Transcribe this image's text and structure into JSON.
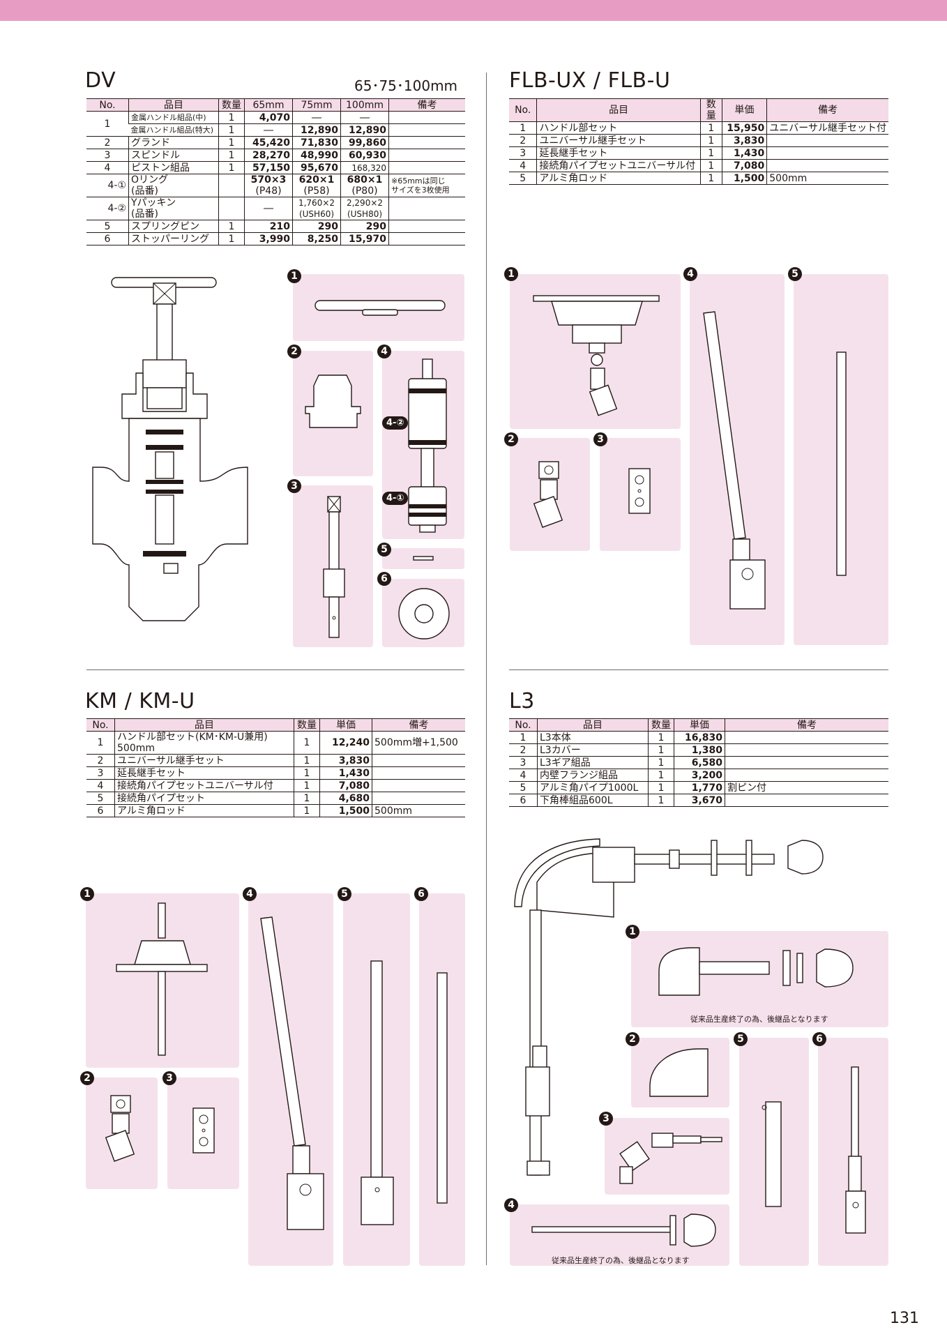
{
  "page": {
    "number": "131",
    "band_color": "#e79dc3",
    "panel_color": "#f5e1ec"
  },
  "dv": {
    "title": "DV",
    "sizes": "65･75･100mm",
    "headers": [
      "No.",
      "品目",
      "数量",
      "65mm",
      "75mm",
      "100mm",
      "備考"
    ],
    "rows": [
      {
        "no": "1",
        "item": "金属ハンドル組品(中)",
        "qty": "1",
        "v65": "4,070",
        "v75": "―",
        "v100": "―",
        "note": ""
      },
      {
        "no": "",
        "item": "金属ハンドル組品(特大)",
        "qty": "1",
        "v65": "―",
        "v75": "12,890",
        "v100": "12,890",
        "note": ""
      },
      {
        "no": "2",
        "item": "グランド",
        "qty": "1",
        "v65": "45,420",
        "v75": "71,830",
        "v100": "99,860",
        "note": ""
      },
      {
        "no": "3",
        "item": "スピンドル",
        "qty": "1",
        "v65": "28,270",
        "v75": "48,990",
        "v100": "60,930",
        "note": ""
      },
      {
        "no": "4",
        "item": "ピストン組品",
        "qty": "1",
        "v65": "57,150",
        "v75": "95,670",
        "v100": "168,320",
        "note": ""
      },
      {
        "no": "4-①",
        "item": "Oリング",
        "item2": "(品番)",
        "qty": "",
        "v65": "570×3",
        "v65b": "(P48)",
        "v75": "620×1",
        "v75b": "(P58)",
        "v100": "680×1",
        "v100b": "(P80)",
        "note": "※65mmは同じ",
        "note2": "サイズを3枚使用"
      },
      {
        "no": "4-②",
        "item": "Yパッキン",
        "item2": "(品番)",
        "qty": "",
        "v65": "―",
        "v65b": "",
        "v75": "1,760×2",
        "v75b": "(USH60)",
        "v100": "2,290×2",
        "v100b": "(USH80)",
        "note": "",
        "note2": ""
      },
      {
        "no": "5",
        "item": "スプリングピン",
        "qty": "1",
        "v65": "210",
        "v75": "290",
        "v100": "290",
        "note": ""
      },
      {
        "no": "6",
        "item": "ストッパーリング",
        "qty": "1",
        "v65": "3,990",
        "v75": "8,250",
        "v100": "15,970",
        "note": ""
      }
    ],
    "labels": {
      "p1": "1",
      "p2": "2",
      "p3": "3",
      "p4": "4",
      "p5": "5",
      "p6": "6",
      "t42": "4-②",
      "t41": "4-①"
    }
  },
  "flb": {
    "title": "FLB-UX / FLB-U",
    "headers": [
      "No.",
      "品目",
      "数量",
      "単価",
      "備考"
    ],
    "rows": [
      {
        "no": "1",
        "item": "ハンドル部セット",
        "qty": "1",
        "price": "15,950",
        "note": "ユニバーサル継手セット付"
      },
      {
        "no": "2",
        "item": "ユニバーサル継手セット",
        "qty": "1",
        "price": "3,830",
        "note": ""
      },
      {
        "no": "3",
        "item": "延長継手セット",
        "qty": "1",
        "price": "1,430",
        "note": ""
      },
      {
        "no": "4",
        "item": "接続角パイプセットユニバーサル付",
        "qty": "1",
        "price": "7,080",
        "note": ""
      },
      {
        "no": "5",
        "item": "アルミ角ロッド",
        "qty": "1",
        "price": "1,500",
        "note": "500mm"
      }
    ],
    "labels": {
      "p1": "1",
      "p2": "2",
      "p3": "3",
      "p4": "4",
      "p5": "5"
    }
  },
  "km": {
    "title": "KM / KM-U",
    "headers": [
      "No.",
      "品目",
      "数量",
      "単価",
      "備考"
    ],
    "rows": [
      {
        "no": "1",
        "item": "ハンドル部セット(KM･KM-U兼用)",
        "item2": "500mm",
        "qty": "1",
        "price": "12,240",
        "note": "500mm増+1,500"
      },
      {
        "no": "2",
        "item": "ユニバーサル継手セット",
        "qty": "1",
        "price": "3,830",
        "note": ""
      },
      {
        "no": "3",
        "item": "延長継手セット",
        "qty": "1",
        "price": "1,430",
        "note": ""
      },
      {
        "no": "4",
        "item": "接続角パイプセットユニバーサル付",
        "qty": "1",
        "price": "7,080",
        "note": ""
      },
      {
        "no": "5",
        "item": "接続角パイプセット",
        "qty": "1",
        "price": "4,680",
        "note": ""
      },
      {
        "no": "6",
        "item": "アルミ角ロッド",
        "qty": "1",
        "price": "1,500",
        "note": "500mm"
      }
    ],
    "labels": {
      "p1": "1",
      "p2": "2",
      "p3": "3",
      "p4": "4",
      "p5": "5",
      "p6": "6"
    }
  },
  "l3": {
    "title": "L3",
    "headers": [
      "No.",
      "品目",
      "数量",
      "単価",
      "備考"
    ],
    "rows": [
      {
        "no": "1",
        "item": "L3本体",
        "qty": "1",
        "price": "16,830",
        "note": ""
      },
      {
        "no": "2",
        "item": "L3カバー",
        "qty": "1",
        "price": "1,380",
        "note": ""
      },
      {
        "no": "3",
        "item": "L3ギア組品",
        "qty": "1",
        "price": "6,580",
        "note": ""
      },
      {
        "no": "4",
        "item": "内壁フランジ組品",
        "qty": "1",
        "price": "3,200",
        "note": ""
      },
      {
        "no": "5",
        "item": "アルミ角パイプ1000L",
        "qty": "1",
        "price": "1,770",
        "note": "割ピン付"
      },
      {
        "no": "6",
        "item": "下角棒組品600L",
        "qty": "1",
        "price": "3,670",
        "note": ""
      }
    ],
    "labels": {
      "p1": "1",
      "p2": "2",
      "p3": "3",
      "p4": "4",
      "p5": "5",
      "p6": "6"
    },
    "discontinued_note": "従来品生産終了の為、後継品となります"
  }
}
